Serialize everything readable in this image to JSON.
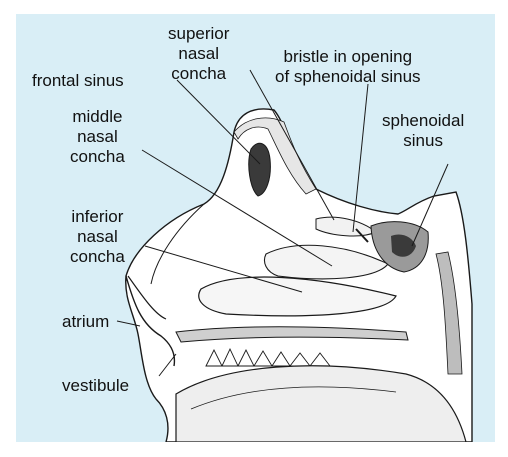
{
  "labels": {
    "superior_nasal_concha": "superior\nnasal\nconcha",
    "bristle": "bristle in opening\nof sphenoidal sinus",
    "frontal_sinus": "frontal sinus",
    "middle_nasal_concha": "middle\nnasal\nconcha",
    "sphenoidal_sinus": "sphenoidal\nsinus",
    "inferior_nasal_concha": "inferior\nnasal\nconcha",
    "atrium": "atrium",
    "vestibule": "vestibule"
  },
  "colors": {
    "panel_background": "#d9eef6",
    "drawing_fill": "#ffffff",
    "ink": "#1a1a1a"
  }
}
